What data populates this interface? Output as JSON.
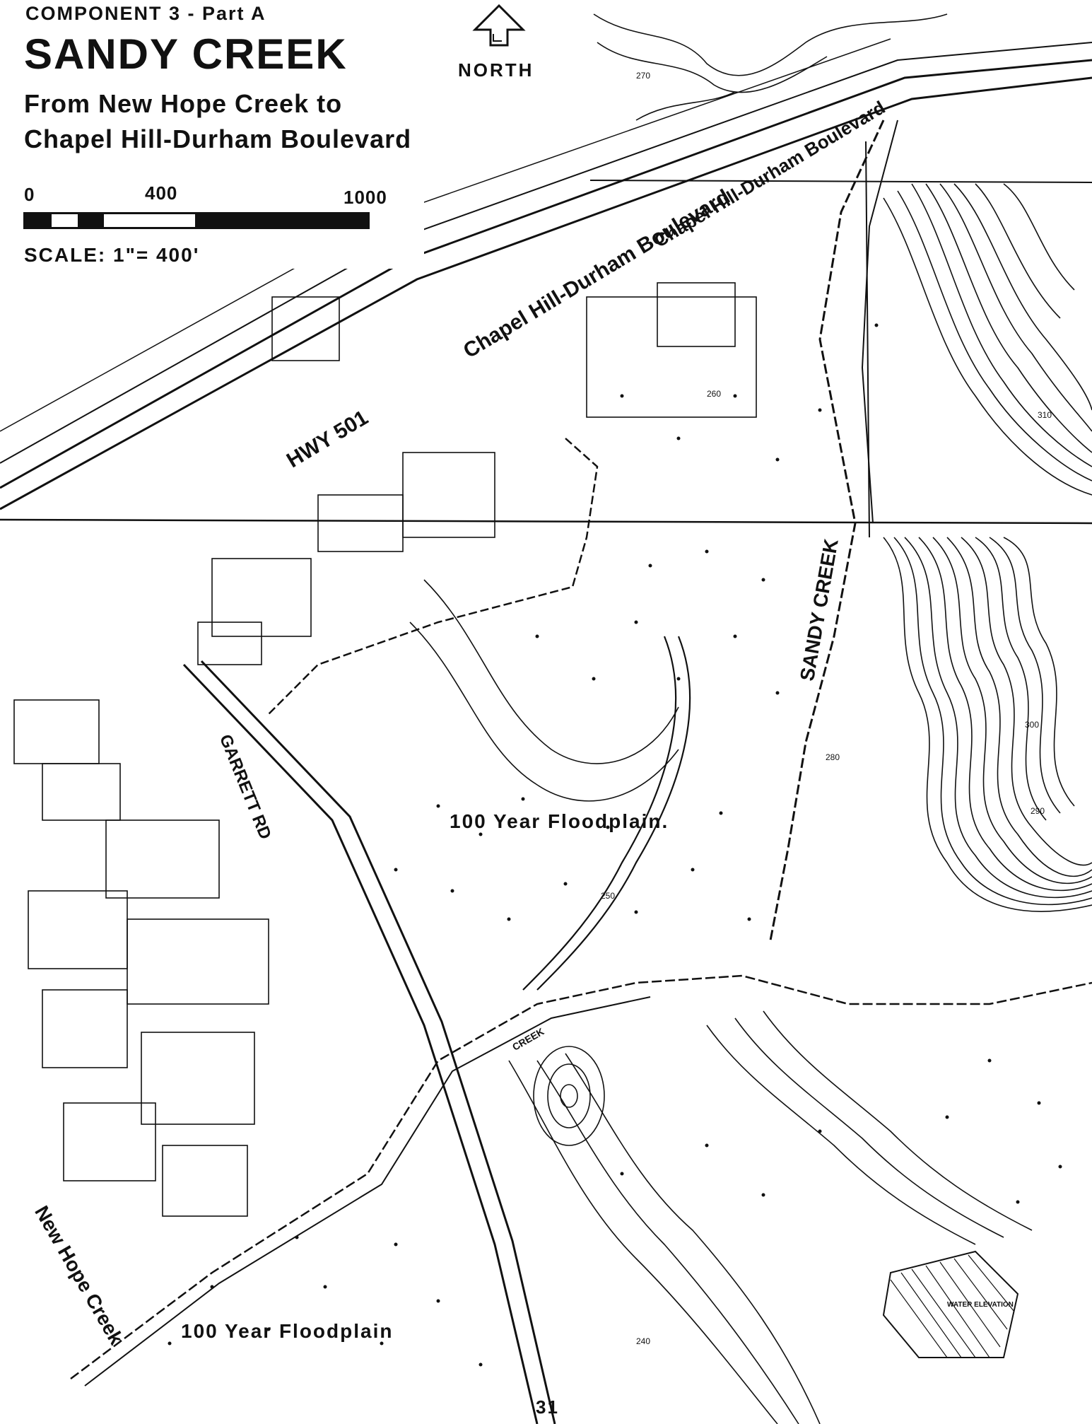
{
  "title_block": {
    "component": "COMPONENT 3  -  Part A",
    "name": "SANDY CREEK",
    "subtitle_line1": "From New Hope Creek to",
    "subtitle_line2": "Chapel Hill-Durham Boulevard"
  },
  "scale": {
    "tick_0": "0",
    "tick_400": "400",
    "tick_1000": "1000",
    "label": "SCALE: 1\"= 400'"
  },
  "north_arrow": {
    "label": "NORTH"
  },
  "map_labels": {
    "boulevard_upper": "Chapel Hill-Durham Boulevard",
    "boulevard_lower": "Chapel Hill-Durham Boulevard",
    "highway": "HWY 501",
    "sandy_creek": "SANDY CREEK",
    "garrett_rd": "GARRETT RD",
    "floodplain_center": "100 Year Floodplain.",
    "floodplain_bottom": "100 Year Floodplain",
    "new_hope_creek": "New Hope Creek",
    "creek_small": "CREEK",
    "water_elevation": "WATER ELEVATION"
  },
  "contour_values": [
    "270",
    "260",
    "280",
    "290",
    "300",
    "310",
    "250",
    "240"
  ],
  "page_number": "31",
  "colors": {
    "ink": "#111111",
    "paper": "#ffffff"
  }
}
